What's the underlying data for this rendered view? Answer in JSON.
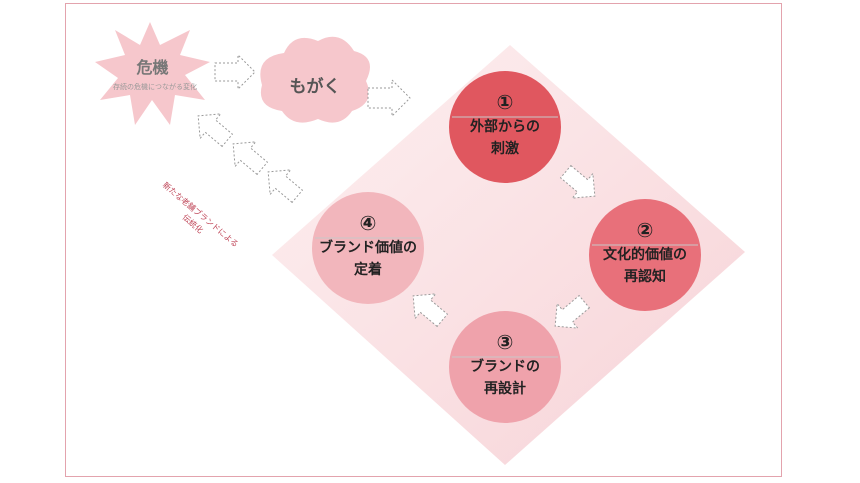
{
  "crisis": {
    "title": "危機",
    "subtitle": "存続の危機につながる変化"
  },
  "struggle": {
    "label": "もがく"
  },
  "tradition": {
    "line1": "新たな老舗ブランドによる",
    "line2": "伝統化"
  },
  "steps": [
    {
      "num": "①",
      "line1": "外部からの",
      "line2": "刺激"
    },
    {
      "num": "②",
      "line1": "文化的価値の",
      "line2": "再認知"
    },
    {
      "num": "③",
      "line1": "ブランドの",
      "line2": "再設計"
    },
    {
      "num": "④",
      "line1": "ブランド価値の",
      "line2": "定着"
    }
  ],
  "colors": {
    "frame": "#e3a3ad",
    "step1": "#e0575f",
    "step2": "#e8707a",
    "step3": "#efa2ab",
    "step4": "#f2b6bc",
    "diamond": "#fbe6e8"
  }
}
